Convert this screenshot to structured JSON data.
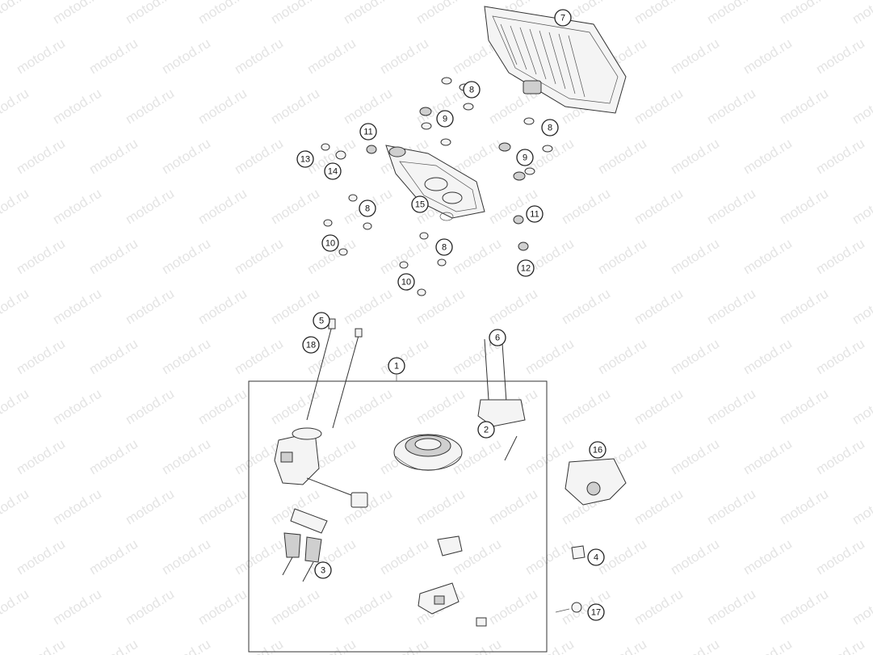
{
  "watermark": {
    "text": "motod.ru"
  },
  "callouts": [
    {
      "label": "1"
    },
    {
      "label": "2"
    },
    {
      "label": "3"
    },
    {
      "label": "4"
    },
    {
      "label": "5"
    },
    {
      "label": "6"
    },
    {
      "label": "7"
    },
    {
      "label": "8"
    },
    {
      "label": "8"
    },
    {
      "label": "8"
    },
    {
      "label": "8"
    },
    {
      "label": "9"
    },
    {
      "label": "9"
    },
    {
      "label": "10"
    },
    {
      "label": "10"
    },
    {
      "label": "11"
    },
    {
      "label": "11"
    },
    {
      "label": "12"
    },
    {
      "label": "13"
    },
    {
      "label": "14"
    },
    {
      "label": "15"
    },
    {
      "label": "16"
    },
    {
      "label": "17"
    },
    {
      "label": "18"
    }
  ]
}
